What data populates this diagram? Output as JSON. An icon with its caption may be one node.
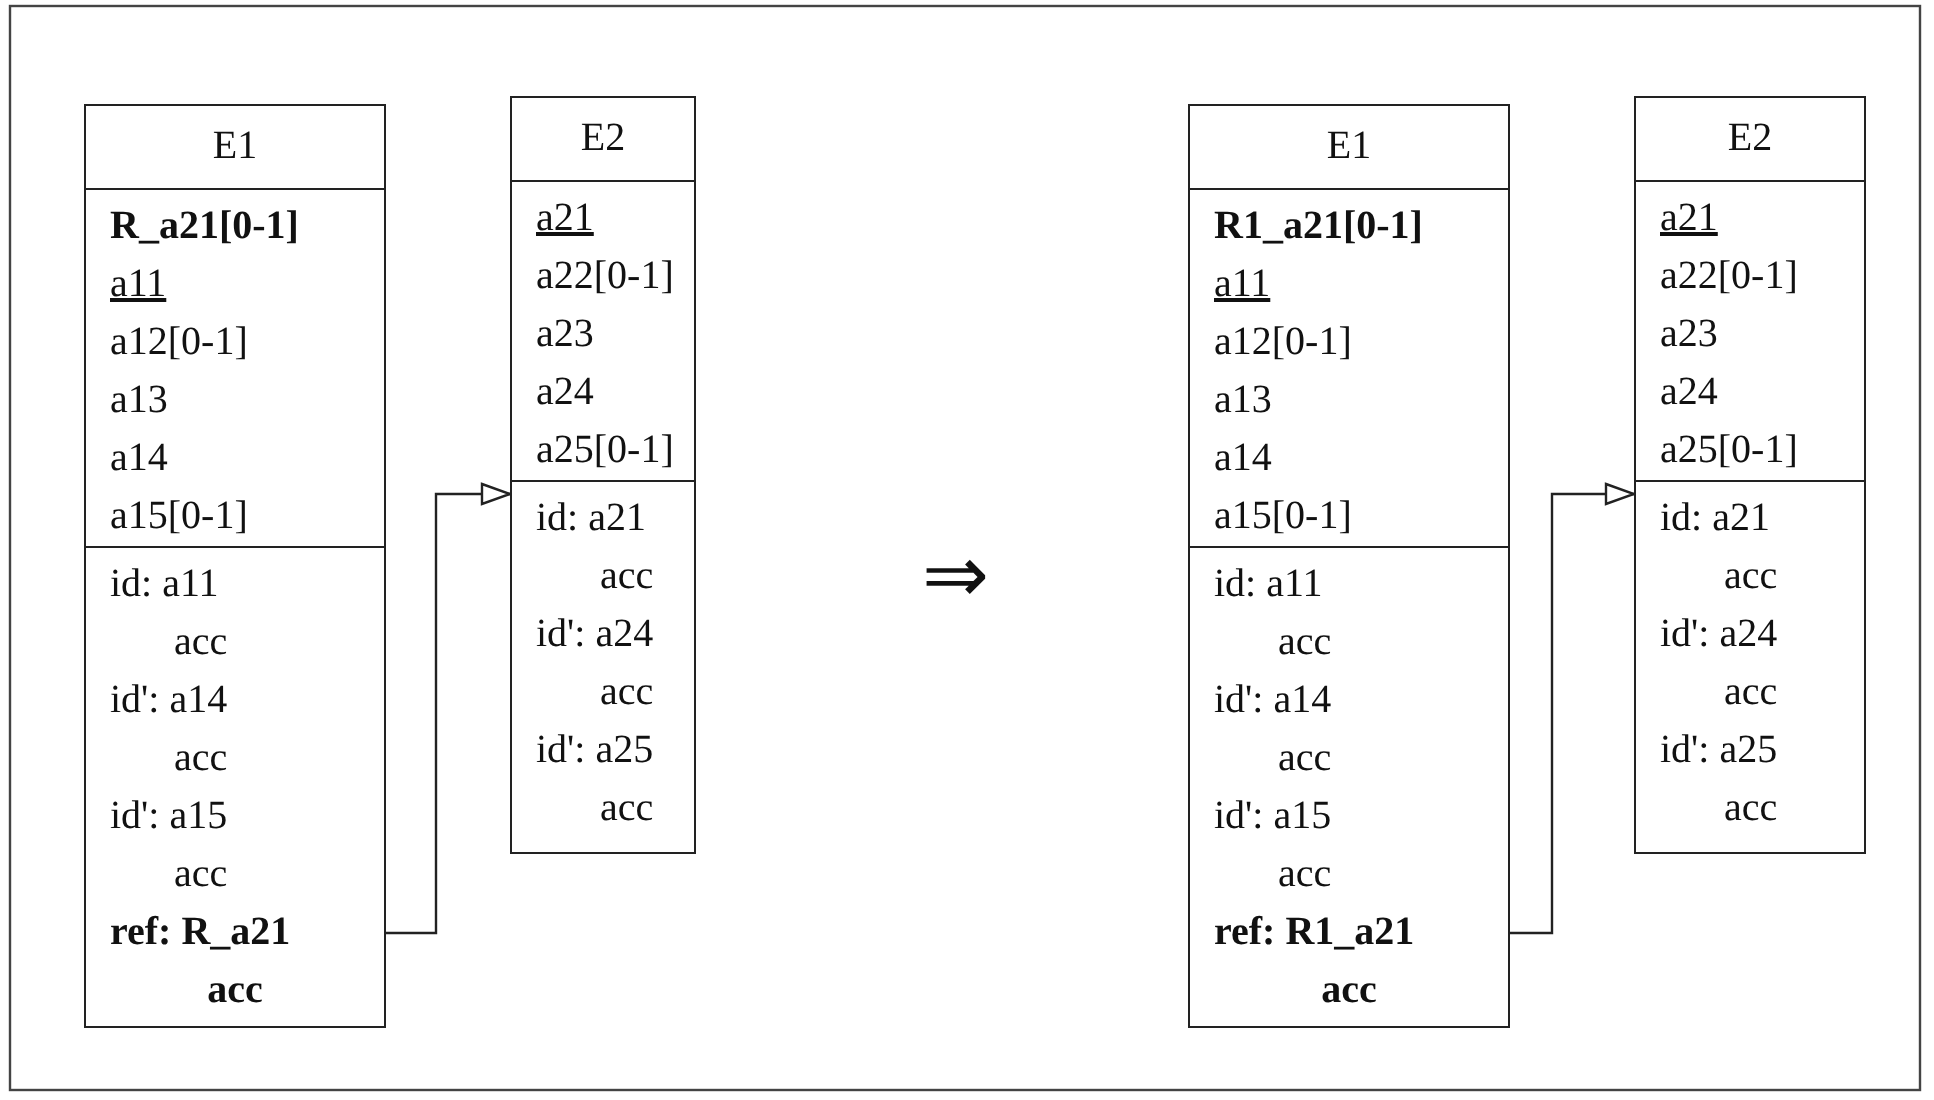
{
  "diagram": {
    "nodes": [
      {
        "text": [
          "E1",
          "R_a21[0-1]",
          "a11",
          "a12[0-1]",
          "a13",
          "a14",
          "a15[0-1]",
          "id: a11",
          "acc",
          "id': a14",
          "acc",
          "id': a15",
          "acc",
          "ref: R_a21",
          "acc"
        ]
      },
      {
        "text": [
          "E2",
          "a21",
          "a22[0-1]",
          "a23",
          "a24",
          "a25[0-1]",
          "id: a21",
          "acc",
          "id': a24",
          "acc",
          "id': a25",
          "acc"
        ]
      },
      {
        "text": [
          "E1",
          "R1_a21[0-1]",
          "a11",
          "a12[0-1]",
          "a13",
          "a14",
          "a15[0-1]",
          "id: a11",
          "acc",
          "id': a14",
          "acc",
          "id': a15",
          "acc",
          "ref: R1_a21",
          "acc"
        ]
      },
      {
        "text": [
          "E2",
          "a21",
          "a22[0-1]",
          "a23",
          "a24",
          "a25[0-1]",
          "id: a21",
          "acc",
          "id': a24",
          "acc",
          "id': a25",
          "acc"
        ]
      }
    ],
    "edges": [
      {
        "from": 0,
        "to": 1,
        "arrow": "to"
      },
      {
        "from": 2,
        "to": 3,
        "arrow": "to"
      }
    ],
    "labels": [
      "⇒"
    ]
  }
}
